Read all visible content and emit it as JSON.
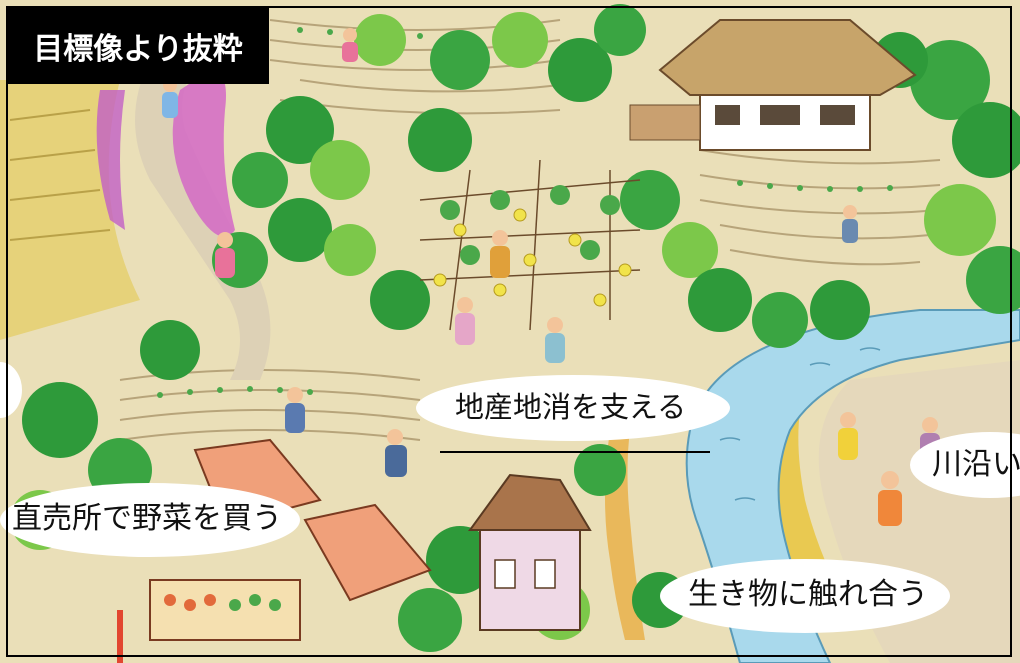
{
  "title": "目標像より抜粋",
  "labels": {
    "local_consumption": "地産地消を支える",
    "direct_sales": "直売所で野菜を買う",
    "living_things": "生き物に触れ合う",
    "riverside": "川沿い"
  },
  "colors": {
    "title_bg": "#000000",
    "title_text": "#ffffff",
    "bubble_fill": "#ffffff",
    "river": "#a9d9ec",
    "path": "#e8d8b5",
    "tree_dark": "#2e9a3a",
    "tree_light": "#7cc84a",
    "flowers": "#d266c8",
    "roof_orange": "#f0a07a",
    "roof_thatch": "#c7a46a"
  }
}
